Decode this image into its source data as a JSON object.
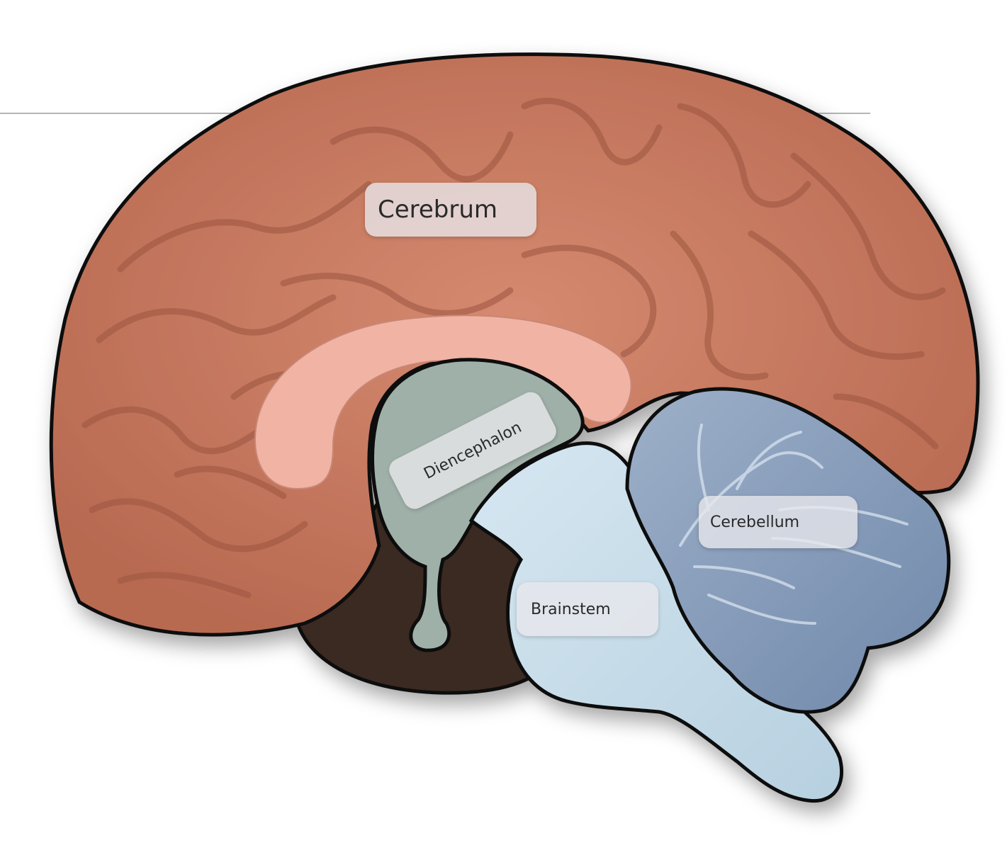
{
  "diagram": {
    "labels": {
      "cerebrum": "Cerebrum",
      "diencephalon": "Diencephalon",
      "cerebellum": "Cerebellum",
      "brainstem": "Brainstem"
    },
    "colors": {
      "cerebrum": "#c97a5f",
      "cerebrum_dark": "#9c5540",
      "corpus_callosum": "#f0b3a4",
      "diencephalon": "#9fb0a8",
      "brainstem": "#c6dcea",
      "cerebellum": "#8ea3bf",
      "midbrain_dark": "#3a2a22",
      "outline": "#111111"
    }
  }
}
